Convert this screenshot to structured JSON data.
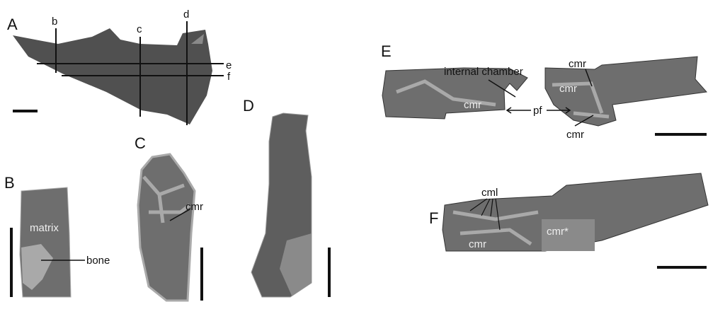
{
  "panels": {
    "A": {
      "label": "A",
      "section_lines": [
        "b",
        "c",
        "d",
        "e",
        "f"
      ]
    },
    "B": {
      "label": "B",
      "matrix": "matrix",
      "bone": "bone"
    },
    "C": {
      "label": "C",
      "cmr": "cmr"
    },
    "D": {
      "label": "D"
    },
    "E": {
      "label": "E",
      "internal_chamber": "internal chamber",
      "cmr": "cmr",
      "pf": "pf"
    },
    "F": {
      "label": "F",
      "cml": "cml",
      "cmr": "cmr",
      "cmr_star": "cmr*"
    }
  },
  "colors": {
    "specimen": "#6e6e6e",
    "bone": "#a9a9a9",
    "ink": "#111111",
    "photo": "#505050"
  }
}
